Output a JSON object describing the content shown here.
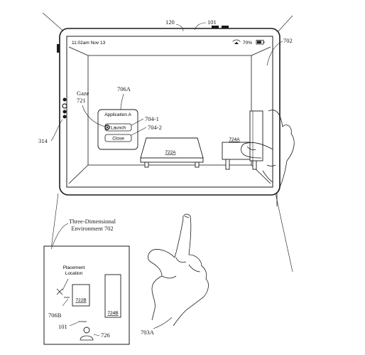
{
  "device": {
    "status_time": "11:02am Nov 13",
    "battery_text": "70%",
    "wifi_icon": "wifi-icon",
    "battery_icon": "battery-icon"
  },
  "window": {
    "title": "Application A",
    "launch_label": "Launch",
    "close_label": "Close"
  },
  "objects": {
    "table": "722A",
    "box": "724A"
  },
  "gaze_label": "Gaze",
  "inset": {
    "title_line1": "Three-Dimensional",
    "title_line2": "Environment 702",
    "placement_line1": "Placement",
    "placement_line2": "Location",
    "table": "722B",
    "box": "724B"
  },
  "refs": {
    "r120": "120",
    "r101": "101",
    "r702": "702",
    "r706a": "706A",
    "r721": "721",
    "r704_1": "704-1",
    "r704_2": "704-2",
    "r314": "314",
    "r706b": "706B",
    "r101b": "101",
    "r726": "726",
    "r703a": "703A"
  }
}
